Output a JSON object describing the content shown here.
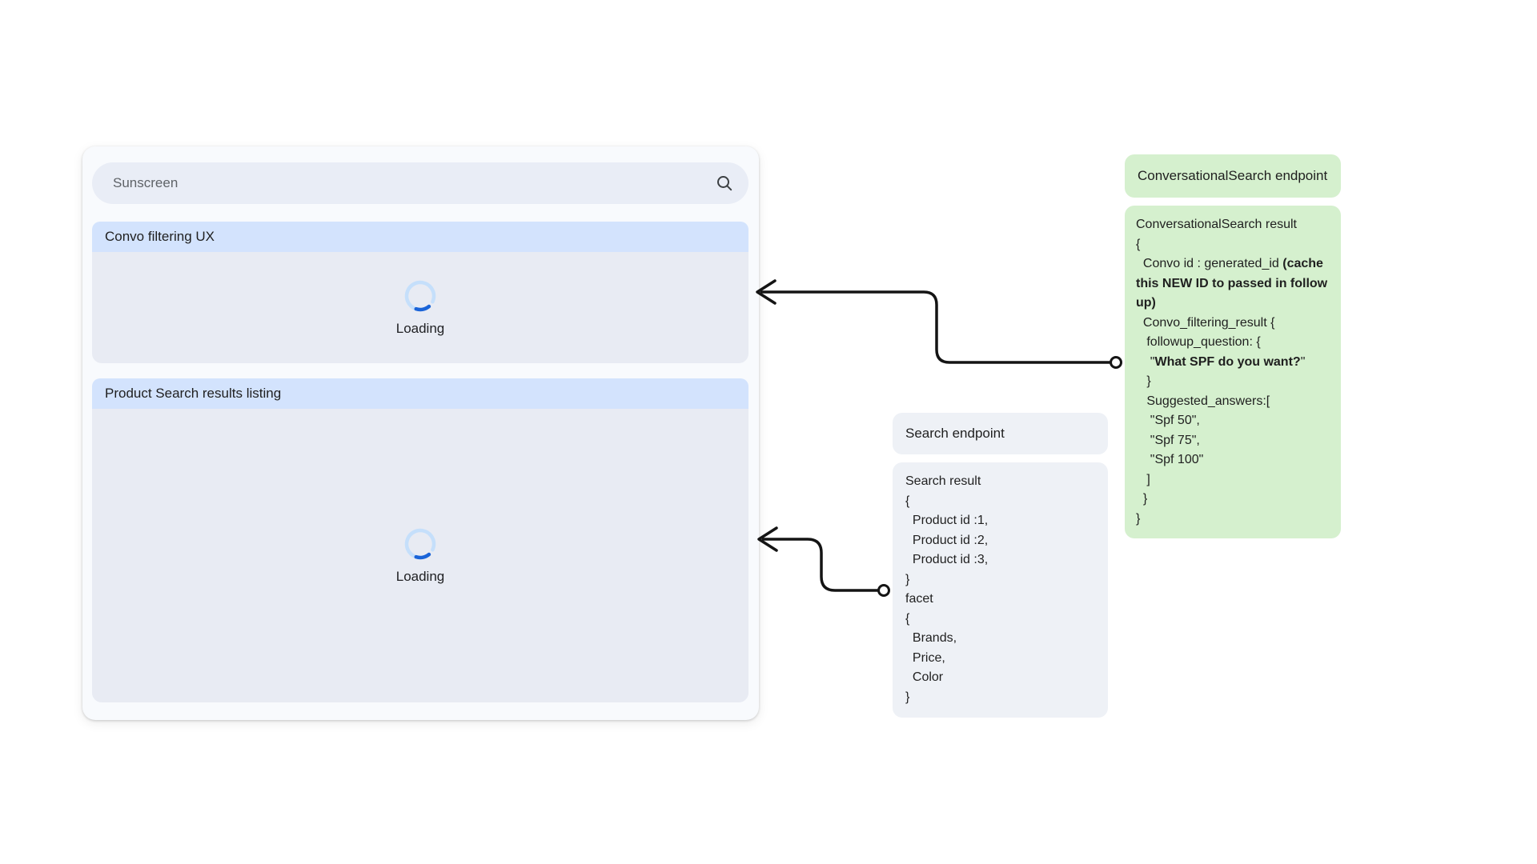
{
  "app_panel": {
    "search": {
      "value": "Sunscreen",
      "icon": "magnifying-glass"
    },
    "sections": [
      {
        "title": "Convo filtering UX",
        "loading_label": "Loading"
      },
      {
        "title": "Product Search results listing",
        "loading_label": "Loading"
      }
    ]
  },
  "callouts": {
    "conversational_search_endpoint": {
      "label": "ConversationalSearch endpoint"
    },
    "conversational_search_result": {
      "title": "ConversationalSearch result",
      "lines": [
        {
          "text": "{"
        },
        {
          "segments": [
            {
              "text": "  Convo id : generated_id "
            },
            {
              "text": "(cache this NEW ID to passed in follow up)",
              "bold": true
            }
          ]
        },
        {
          "text": "  Convo_filtering_result {"
        },
        {
          "text": "   followup_question: {"
        },
        {
          "segments": [
            {
              "text": "    \""
            },
            {
              "text": "What SPF do you want?",
              "bold": true
            },
            {
              "text": "\""
            }
          ]
        },
        {
          "text": "   }"
        },
        {
          "text": "   Suggested_answers:["
        },
        {
          "text": "    \"Spf 50\","
        },
        {
          "text": "    \"Spf 75\","
        },
        {
          "text": "    \"Spf 100\""
        },
        {
          "text": "   ]"
        },
        {
          "text": "  }"
        },
        {
          "text": "}"
        }
      ]
    },
    "search_endpoint": {
      "label": "Search endpoint"
    },
    "search_result": {
      "title": "Search result",
      "lines": [
        {
          "text": "{"
        },
        {
          "text": "  Product id :1,"
        },
        {
          "text": "  Product id :2,"
        },
        {
          "text": "  Product id :3,"
        },
        {
          "text": "}"
        },
        {
          "text": "facet"
        },
        {
          "text": "{"
        },
        {
          "text": "  Brands,"
        },
        {
          "text": "  Price,"
        },
        {
          "text": "  Color"
        },
        {
          "text": "}"
        }
      ]
    }
  },
  "colors": {
    "card_bg": "#f8fafd",
    "search_pill_bg": "#e9edf6",
    "section_header_bg": "#d3e3fd",
    "section_body_bg": "#e8ebf3",
    "green_box_bg": "#d5f0ce",
    "gray_box_bg": "#eef1f6",
    "spinner_track": "#c5dffb",
    "spinner_arc": "#1b64d8",
    "arrow": "#141414",
    "text_primary": "#1f1f1f",
    "text_secondary": "#5f6368"
  }
}
